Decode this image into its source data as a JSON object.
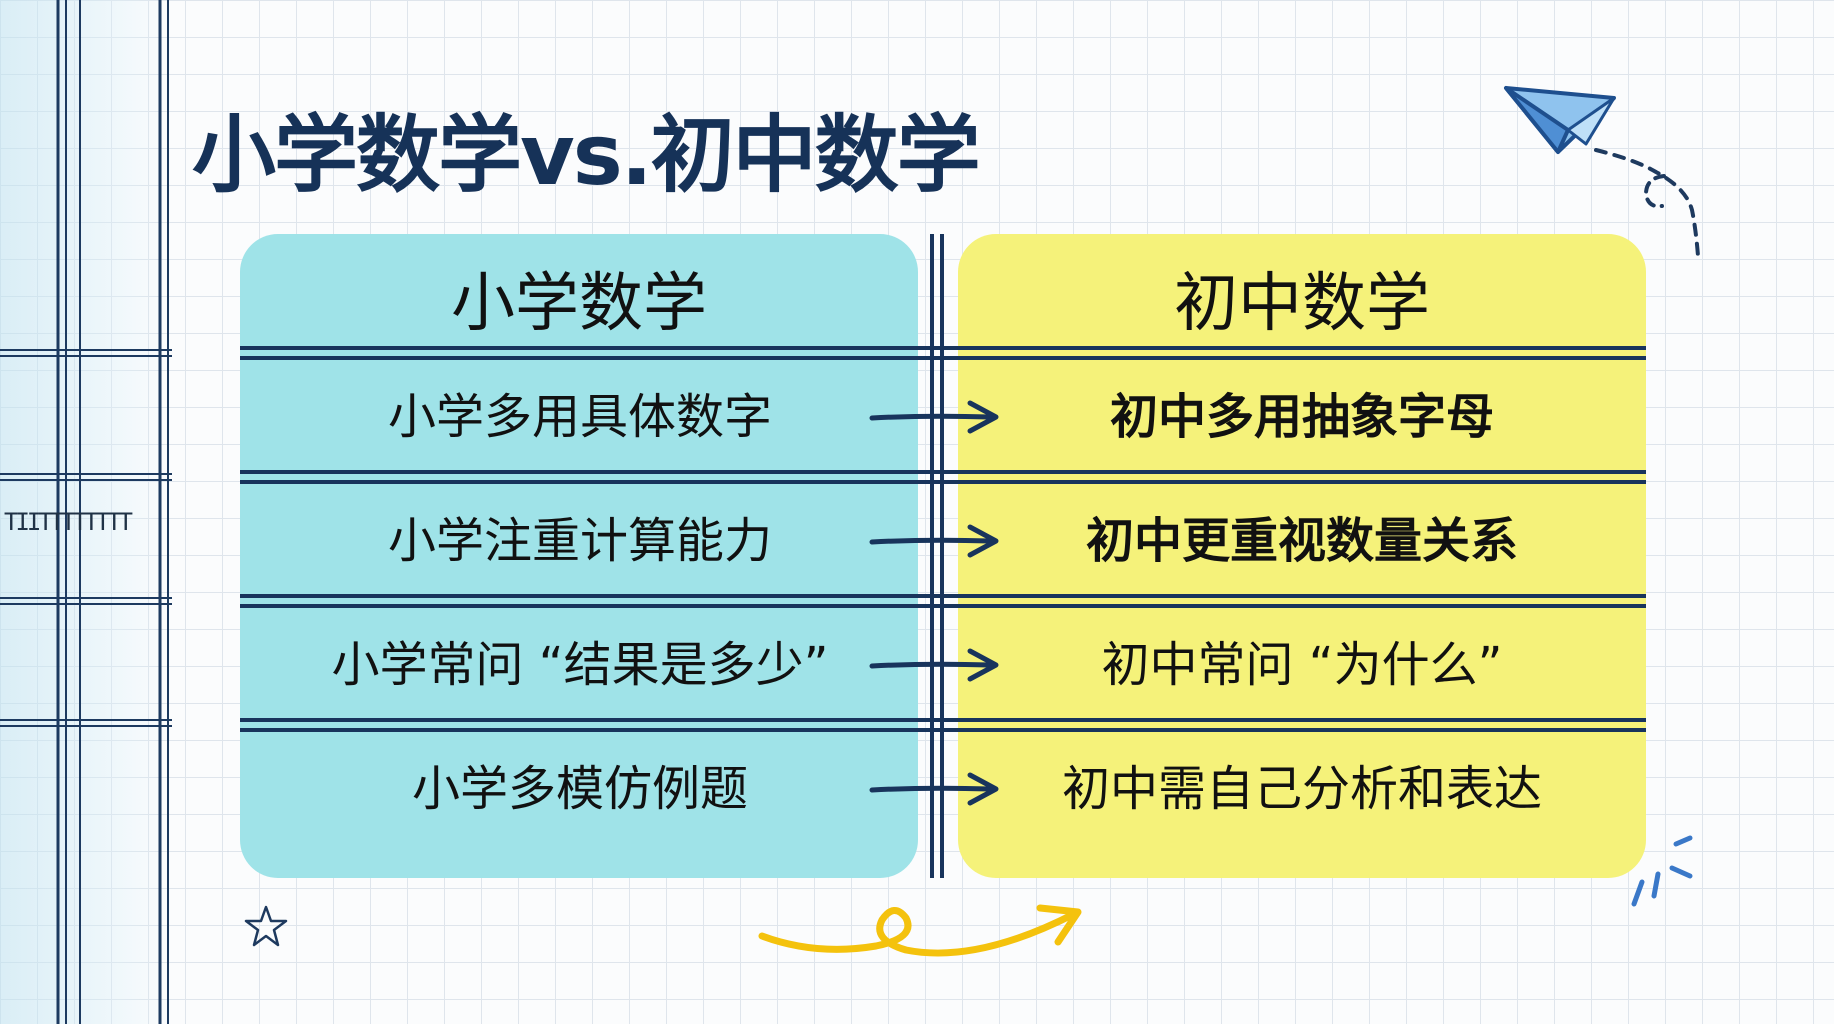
{
  "title": "小学数学vs.初中数学",
  "side_text": "TIITTTTTTTT",
  "columns": {
    "left": "小学数学",
    "right": "初中数学"
  },
  "rows": [
    {
      "left": "小学多用具体数字",
      "right": "初中多用抽象字母"
    },
    {
      "left": "小学注重计算能力",
      "right": "初中更重视数量关系"
    },
    {
      "left": "小学常问 “结果是多少”",
      "right": "初中常问 “为什么”"
    },
    {
      "left": "小学多模仿例题",
      "right": "初中需自己分析和表达"
    }
  ],
  "colors": {
    "left_panel": "#9fe3e8",
    "right_panel": "#f5f27a",
    "title": "#163258",
    "lines": "#18345c",
    "accent_yellow": "#f4c20d",
    "accent_blue": "#3a78c8"
  },
  "icons": [
    "paper-plane-icon",
    "star-icon",
    "squiggle-arrow-icon",
    "sparkle-lines-icon"
  ]
}
